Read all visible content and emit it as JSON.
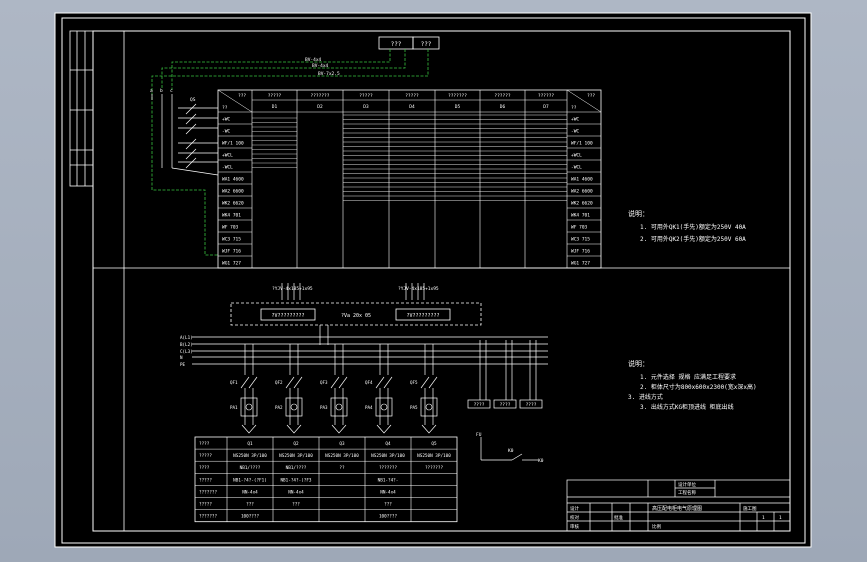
{
  "colors": {
    "background": "#a9b2c0",
    "sheet": "#000000",
    "line": "#ffffff",
    "wire": "#39c43f"
  },
  "top_box": {
    "left": "???",
    "right": "???"
  },
  "wire_labels": [
    "BV-4x4",
    "BV-4x4",
    "BV-7x2.5"
  ],
  "source_labels": [
    "a",
    "b",
    "c"
  ],
  "switch_label": "QS",
  "top_table": {
    "header_left": [
      "???",
      "??"
    ],
    "headers": [
      "?????",
      "???????",
      "?????",
      "?????",
      "???????",
      "??????",
      "??????"
    ],
    "codes": [
      "D1",
      "D2",
      "D3",
      "D4",
      "D5",
      "D6",
      "D7"
    ],
    "header_right": [
      "???",
      "??"
    ],
    "rows": [
      "+WC",
      "-WC",
      "WF/1 100",
      "+WCL",
      "-WCL",
      "WA1 4600",
      "WA2 6600",
      "WK2 6620",
      "WK4 701",
      "WF 703",
      "WC3 715",
      "WJF 716",
      "WG1 727"
    ],
    "rows_right": [
      "+WC",
      "-WC",
      "WF/1 100",
      "+WCL",
      "-WCL",
      "WA1 4600",
      "WA2 6600",
      "WK2 6620",
      "WK4 701",
      "WF 703",
      "WC3 715",
      "WJF 716",
      "WG1 727"
    ]
  },
  "notes_top": {
    "title": "说明：",
    "lines": [
      "1. 可用外QK1(手先)额定为250V 40A",
      "2. 可用外QK2(手先)额定为250V 60A"
    ]
  },
  "bottom_top_labels": [
    "?YJV-4x185+1x95",
    "?YJV-4x185+1x95"
  ],
  "bottom_box": {
    "left": "?V?????????",
    "center": "?Va 20x 05",
    "right": "?V?????????"
  },
  "bus_labels": [
    "A(L1)",
    "B(L2)",
    "C(L3)",
    "N",
    "PE"
  ],
  "breaker_labels": [
    "QF1",
    "QF2",
    "QF3",
    "QF4",
    "QF5"
  ],
  "meter_labels": [
    "PA1",
    "PA2",
    "PA3",
    "PA4",
    "PA5"
  ],
  "small_boxes": [
    "????",
    "????",
    "????"
  ],
  "notes_bottom": {
    "title": "说明：",
    "lines": [
      "1. 元件选择 规格 应满足工程要求",
      "2. 柜体尺寸为800x600x2300(宽x深x高)",
      "3. 进线方式",
      "3. 出线方式KG柜顶进线 柜底出线"
    ]
  },
  "legend": {
    "left": "FU",
    "mid": "K0",
    "right": "K0"
  },
  "bottom_table": {
    "rows": [
      {
        "label": "????",
        "cells": [
          "Q1",
          "Q2",
          "Q3",
          "Q4",
          "Q5"
        ]
      },
      {
        "label": "?????",
        "cells": [
          "NS250N 3P/100",
          "NS250N 3P/100",
          "NS250N 3P/100",
          "NS250N 3P/100",
          "NS250N 3P/100"
        ]
      },
      {
        "label": "????",
        "cells": [
          "NB1/????",
          "NB1/????",
          "??",
          "???????",
          "???????"
        ]
      },
      {
        "label": "?????",
        "cells": [
          "NB1-?4?-(?F1)",
          "NB1-?4?-(?F3",
          "",
          "NB1-?4?-",
          ""
        ]
      },
      {
        "label": "???????",
        "cells": [
          "NN-4x4",
          "NN-4x4",
          "",
          "NN-4x4",
          ""
        ]
      },
      {
        "label": "?????",
        "cells": [
          "???",
          "???",
          "",
          "???",
          ""
        ]
      },
      {
        "label": "???????",
        "cells": [
          "100????",
          "",
          "",
          "100????",
          ""
        ]
      }
    ]
  },
  "title_block": {
    "r1": "设计单位",
    "r2": "工程名称",
    "title": "高压配电柜电气原理图",
    "stage": "施工图",
    "sheet": "1",
    "of": "1",
    "labels": [
      "设计",
      "校对",
      "审核",
      "批准"
    ],
    "extra": "比例"
  }
}
